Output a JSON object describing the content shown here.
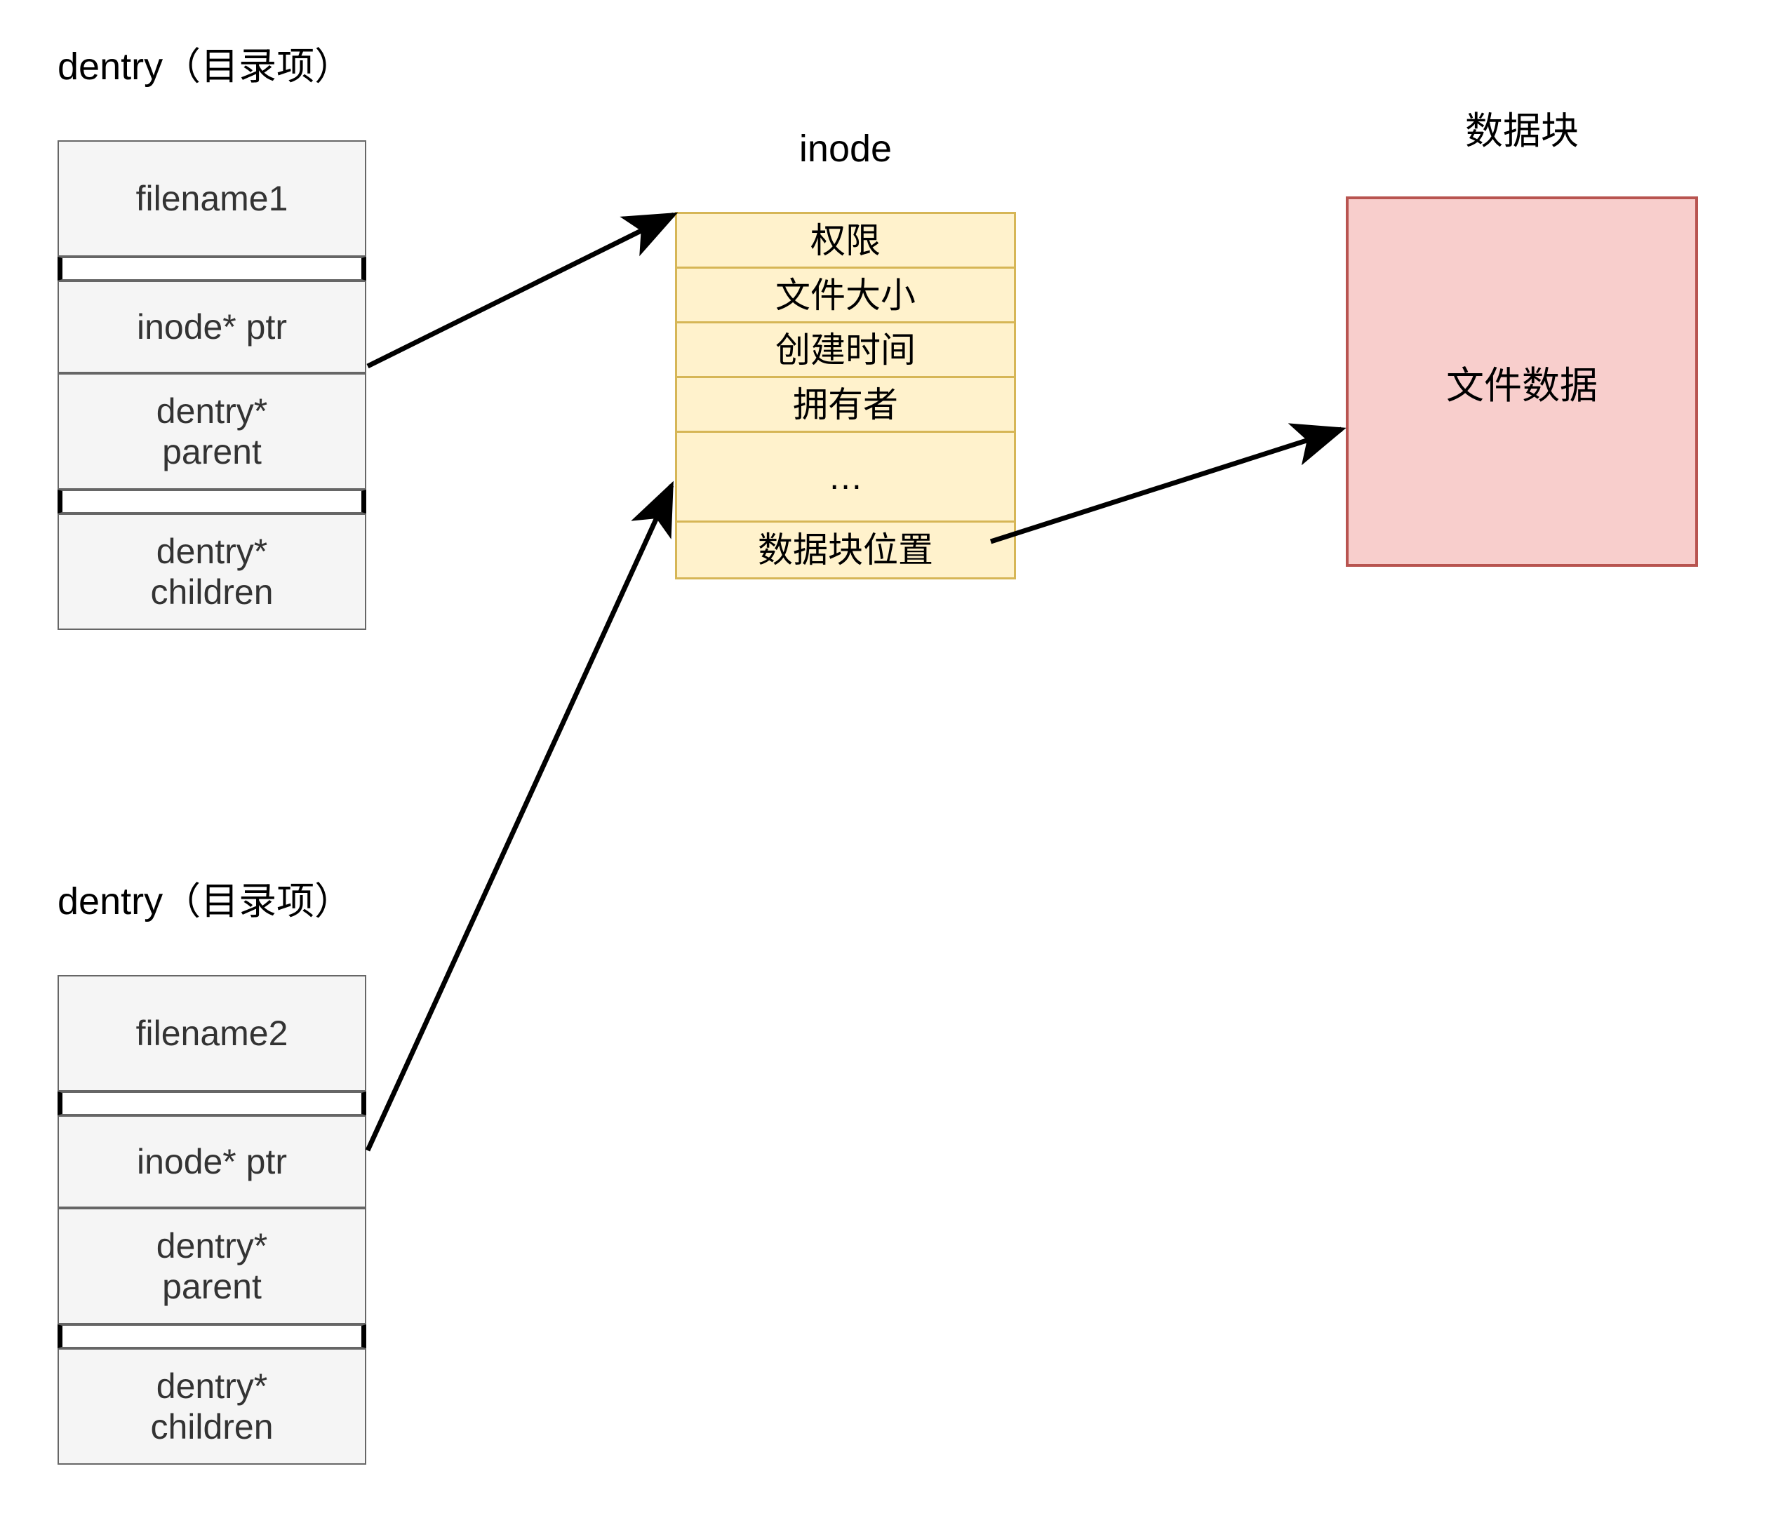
{
  "diagram": {
    "title_dentry": "dentry（目录项）",
    "title_inode": "inode",
    "title_datablock": "数据块"
  },
  "dentry1": {
    "caption": "dentry（目录项）",
    "rows": [
      {
        "label": "filename1"
      },
      {
        "label": "inode* ptr"
      },
      {
        "label": "dentry*\nparent"
      },
      {
        "label": "dentry*\nchildren"
      }
    ]
  },
  "dentry2": {
    "caption": "dentry（目录项）",
    "rows": [
      {
        "label": "filename2"
      },
      {
        "label": "inode* ptr"
      },
      {
        "label": "dentry*\nparent"
      },
      {
        "label": "dentry*\nchildren"
      }
    ]
  },
  "inode": {
    "caption": "inode",
    "rows": [
      {
        "label": "权限"
      },
      {
        "label": "文件大小"
      },
      {
        "label": "创建时间"
      },
      {
        "label": "拥有者"
      },
      {
        "label": "…"
      },
      {
        "label": "数据块位置"
      }
    ]
  },
  "datablock": {
    "caption": "数据块",
    "label": "文件数据"
  },
  "arrows": [
    {
      "name": "dentry1-inode-ptr-arrow",
      "from": "dentry1.inode_ptr",
      "to": "inode"
    },
    {
      "name": "dentry2-inode-ptr-arrow",
      "from": "dentry2.inode_ptr",
      "to": "inode"
    },
    {
      "name": "inode-datablock-arrow",
      "from": "inode.data_block_location",
      "to": "datablock"
    }
  ],
  "colors": {
    "dentry_fill": "#f5f5f5",
    "dentry_stroke": "#666666",
    "dentry_text": "#333333",
    "inode_fill": "#fff2cc",
    "inode_stroke": "#d6b656",
    "datablock_fill": "#f8cecc",
    "datablock_stroke": "#b85450",
    "arrow": "#000000",
    "caption_text": "#000000",
    "background": "#ffffff"
  }
}
